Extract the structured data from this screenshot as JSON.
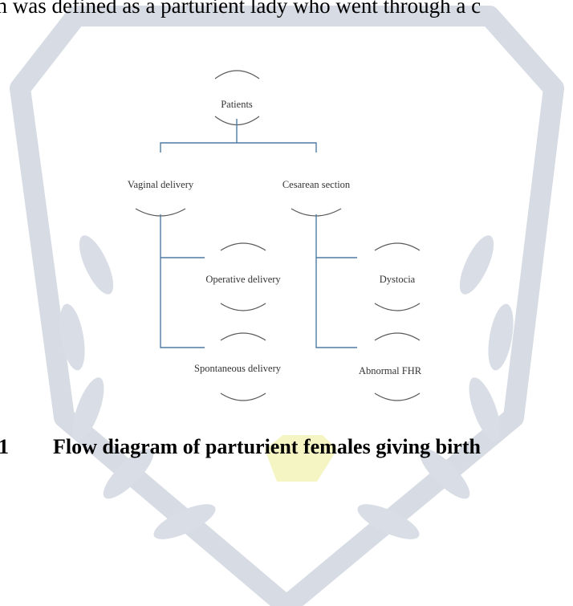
{
  "document": {
    "top_line_text": "on was defined as a parturient lady who went through a c",
    "caption": {
      "number": "1",
      "text": "Flow diagram of parturient females giving birth"
    }
  },
  "diagram": {
    "root": "Patients",
    "branches": [
      {
        "label": "Vaginal delivery",
        "children": [
          "Operative delivery",
          "Spontaneous delivery"
        ]
      },
      {
        "label": "Cesarean section",
        "children": [
          "Dystocia",
          "Abnormal FHR"
        ]
      }
    ]
  },
  "colors": {
    "connector": "#4f7ca3",
    "arc": "#5a5a5a",
    "watermark": "#cdd3dc",
    "highlight": "#f4f2a8"
  }
}
